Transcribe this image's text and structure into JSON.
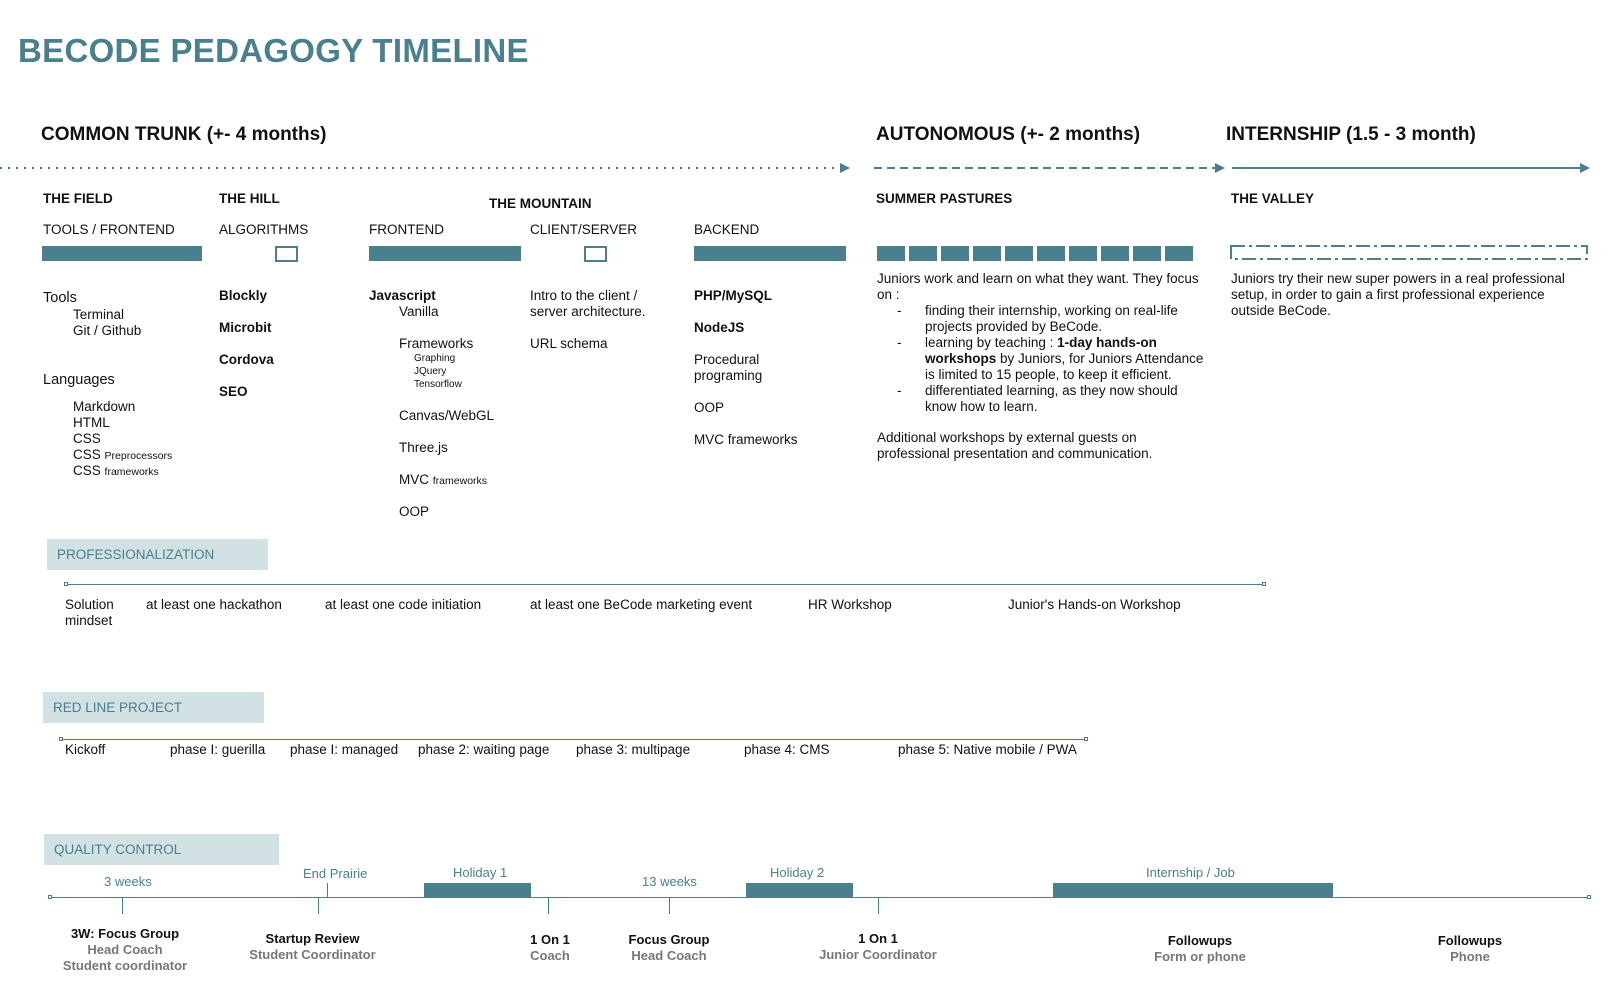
{
  "title": "BECODE PEDAGOGY TIMELINE",
  "colors": {
    "accent": "#4a7f8e",
    "label_bg": "#d2e1e4"
  },
  "phases": {
    "common": "COMMON TRUNK (+- 4 months)",
    "autonomous": "AUTONOMOUS (+- 2 months)",
    "internship": "INTERNSHIP (1.5 - 3 month)"
  },
  "areas": {
    "field": "THE FIELD",
    "hill": "THE HILL",
    "mountain": "THE MOUNTAIN",
    "pastures": "SUMMER PASTURES",
    "valley": "THE VALLEY"
  },
  "subjects": {
    "tools_frontend": "TOOLS / FRONTEND",
    "algorithms": "ALGORITHMS",
    "frontend": "FRONTEND",
    "client_server": "CLIENT/SERVER",
    "backend": "BACKEND"
  },
  "field": {
    "tools_heading": "Tools",
    "tools": [
      "Terminal",
      "Git / Github"
    ],
    "languages_heading": "Languages",
    "lang_markdown": "Markdown",
    "lang_html": "HTML",
    "lang_css": "CSS",
    "css_main": "CSS",
    "css_pre_small": "Preprocessors",
    "css_fw_small": "frameworks"
  },
  "hill": [
    "Blockly",
    "Microbit",
    "Cordova",
    "SEO"
  ],
  "frontend": {
    "javascript": "Javascript",
    "vanilla": "Vanilla",
    "frameworks": "Frameworks",
    "fw_items": [
      "Graphing",
      "JQuery",
      "Tensorflow"
    ],
    "canvas": "Canvas/WebGL",
    "three": "Three.js",
    "mvc": "MVC",
    "mvc_small": "frameworks",
    "oop": "OOP"
  },
  "client_server": {
    "intro1": "Intro to the client /",
    "intro2": "server architecture.",
    "url": "URL schema"
  },
  "backend": {
    "php": "PHP/MySQL",
    "node": "NodeJS",
    "proc1": "Procedural",
    "proc2": "programing",
    "oop": "OOP",
    "mvc": "MVC frameworks"
  },
  "pastures": {
    "intro1": "Juniors work and learn on what they want. They focus",
    "intro2": "on :",
    "b1a": "finding their internship, working on real-life",
    "b1b": "projects provided by BeCode.",
    "b2a_pre": "learning by teaching : ",
    "b2a_bold": "1-day hands-on",
    "b2b_bold": "workshops",
    "b2b_rest": " by Juniors, for Juniors Attendance",
    "b2c": "is limited to 15 people, to keep it efficient.",
    "b3a": "differentiated learning, as they now should",
    "b3b": "know how to learn.",
    "add1": "Additional workshops by external guests on",
    "add2": "professional presentation and communication."
  },
  "valley": {
    "l1": "Juniors try their new super powers in a real professional",
    "l2": "setup, in order to gain a first professional experience",
    "l3": "outside BeCode."
  },
  "professionalization": {
    "label": "PROFESSIONALIZATION",
    "solution1": "Solution",
    "solution2": "mindset",
    "items": [
      "at least one hackathon",
      "at least one code initiation",
      "at least one BeCode marketing event",
      "HR Workshop",
      "Junior's Hands-on  Workshop"
    ]
  },
  "redline": {
    "label": "RED LINE PROJECT",
    "items": [
      "Kickoff",
      "phase I: guerilla",
      "phase I: managed",
      "phase 2: waiting page",
      "phase 3: multipage",
      "phase 4: CMS",
      "phase 5: Native mobile / PWA"
    ]
  },
  "quality": {
    "label": "QUALITY CONTROL",
    "top": [
      "3 weeks",
      "End Prairie",
      "Holiday 1",
      "13 weeks",
      "Holiday 2",
      "Internship / Job"
    ],
    "m1_title": "3W: Focus Group",
    "m1_sub1": "Head Coach",
    "m1_sub2": "Student coordinator",
    "m2_title": "Startup Review",
    "m2_sub": "Student Coordinator",
    "m3_title": "1 On 1",
    "m3_sub": "Coach",
    "m4_title": "Focus Group",
    "m4_sub": "Head Coach",
    "m5_title": "1 On 1",
    "m5_sub": "Junior Coordinator",
    "m6_title": "Followups",
    "m6_sub": "Form or phone",
    "m7_title": "Followups",
    "m7_sub": "Phone"
  }
}
